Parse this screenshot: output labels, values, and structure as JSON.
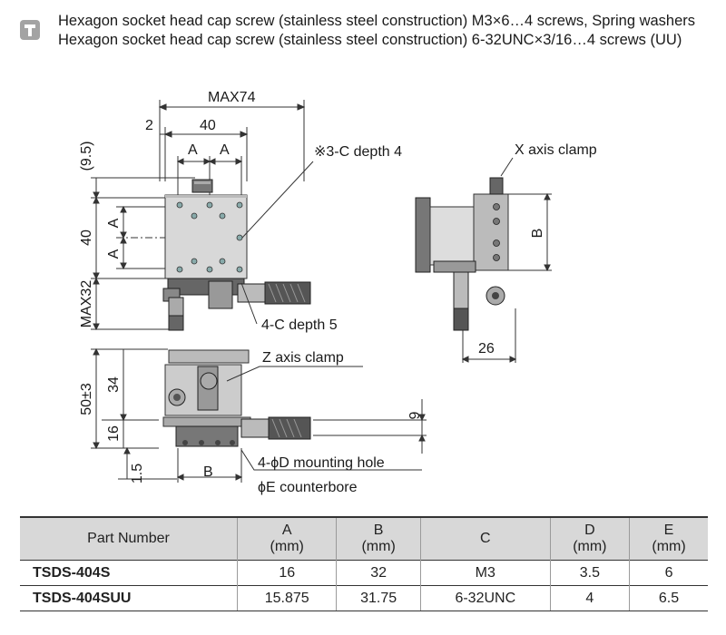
{
  "header": {
    "icon": "screw-icon",
    "line1": "Hexagon socket head cap screw (stainless steel construction) M3×6…4 screws, Spring washers",
    "line2": "Hexagon socket head cap screw (stainless steel construction) 6-32UNC×3/16…4 screws (UU)"
  },
  "diagram": {
    "dim_max74": "MAX74",
    "dim_40_top": "40",
    "dim_2": "2",
    "dim_A1": "A",
    "dim_A2": "A",
    "dim_9_5": "(9.5)",
    "dim_40_side": "40",
    "dim_A_side1": "A",
    "dim_A_side2": "A",
    "dim_max32": "MAX32",
    "callout_3c": "※3-C depth 4",
    "callout_4c": "4-C depth 5",
    "callout_x_clamp": "X axis clamp",
    "dim_B_right": "B",
    "dim_26": "26",
    "callout_z_clamp": "Z axis clamp",
    "dim_34": "34",
    "dim_50": "50±3",
    "dim_16": "16",
    "dim_1_5": "1.5",
    "dim_B_bottom": "B",
    "dim_9": "9",
    "callout_mount": "4-ϕD mounting hole",
    "callout_counterbore": "ϕE counterbore"
  },
  "table": {
    "headers": [
      {
        "l1": "Part Number",
        "l2": ""
      },
      {
        "l1": "A",
        "l2": "(mm)"
      },
      {
        "l1": "B",
        "l2": "(mm)"
      },
      {
        "l1": "C",
        "l2": ""
      },
      {
        "l1": "D",
        "l2": "(mm)"
      },
      {
        "l1": "E",
        "l2": "(mm)"
      }
    ],
    "rows": [
      [
        "TSDS-404S",
        "16",
        "32",
        "M3",
        "3.5",
        "6"
      ],
      [
        "TSDS-404SUU",
        "15.875",
        "31.75",
        "6-32UNC",
        "4",
        "6.5"
      ]
    ]
  }
}
